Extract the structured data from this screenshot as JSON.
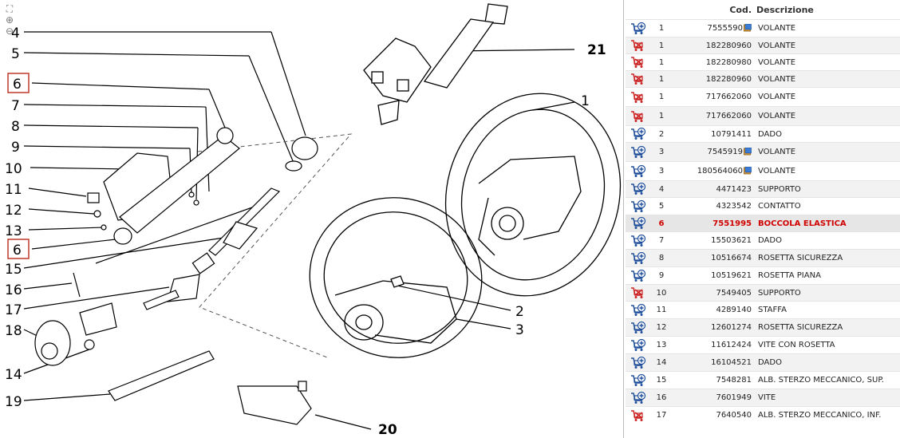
{
  "table": {
    "header_code": "Cod.",
    "header_desc": "Descrizione"
  },
  "rows": [
    {
      "icon": "add-cart",
      "qty": "1",
      "code": "7555590",
      "desc": "VOLANTE",
      "note": true
    },
    {
      "icon": "unavailable-cart",
      "qty": "1",
      "code": "182280960",
      "desc": "VOLANTE",
      "note": false
    },
    {
      "icon": "unavailable-cart",
      "qty": "1",
      "code": "182280980",
      "desc": "VOLANTE",
      "note": false
    },
    {
      "icon": "unavailable-cart",
      "qty": "1",
      "code": "182280960",
      "desc": "VOLANTE",
      "note": false
    },
    {
      "icon": "unavailable-cart",
      "qty": "1",
      "code": "717662060",
      "desc": "VOLANTE",
      "note": false
    },
    {
      "icon": "unavailable-cart",
      "qty": "1",
      "code": "717662060",
      "desc": "VOLANTE",
      "note": false
    },
    {
      "icon": "add-cart",
      "qty": "2",
      "code": "10791411",
      "desc": "DADO",
      "note": false
    },
    {
      "icon": "add-cart",
      "qty": "3",
      "code": "7545919",
      "desc": "VOLANTE",
      "note": true
    },
    {
      "icon": "add-cart",
      "qty": "3",
      "code": "180564060",
      "desc": "VOLANTE",
      "note": true
    },
    {
      "icon": "add-cart",
      "qty": "4",
      "code": "4471423",
      "desc": "SUPPORTO",
      "note": false
    },
    {
      "icon": "add-cart",
      "qty": "5",
      "code": "4323542",
      "desc": "CONTATTO",
      "note": false
    },
    {
      "icon": "add-cart",
      "qty": "6",
      "code": "7551995",
      "desc": "BOCCOLA ELASTICA",
      "note": false,
      "selected": true
    },
    {
      "icon": "add-cart",
      "qty": "7",
      "code": "15503621",
      "desc": "DADO",
      "note": false
    },
    {
      "icon": "add-cart",
      "qty": "8",
      "code": "10516674",
      "desc": "ROSETTA SICUREZZA",
      "note": false
    },
    {
      "icon": "add-cart",
      "qty": "9",
      "code": "10519621",
      "desc": "ROSETTA PIANA",
      "note": false
    },
    {
      "icon": "unavailable-cart",
      "qty": "10",
      "code": "7549405",
      "desc": "SUPPORTO",
      "note": false
    },
    {
      "icon": "add-cart",
      "qty": "11",
      "code": "4289140",
      "desc": "STAFFA",
      "note": false
    },
    {
      "icon": "add-cart",
      "qty": "12",
      "code": "12601274",
      "desc": "ROSETTA SICUREZZA",
      "note": false
    },
    {
      "icon": "add-cart",
      "qty": "13",
      "code": "11612424",
      "desc": "VITE CON ROSETTA",
      "note": false
    },
    {
      "icon": "add-cart",
      "qty": "14",
      "code": "16104521",
      "desc": "DADO",
      "note": false
    },
    {
      "icon": "add-cart",
      "qty": "15",
      "code": "7548281",
      "desc": "ALB. STERZO MECCANICO, SUP.",
      "note": false
    },
    {
      "icon": "add-cart",
      "qty": "16",
      "code": "7601949",
      "desc": "VITE",
      "note": false
    },
    {
      "icon": "unavailable-cart",
      "qty": "17",
      "code": "7640540",
      "desc": "ALB. STERZO MECCANICO, INF.",
      "note": false
    }
  ],
  "callouts": {
    "left": [
      "4",
      "5",
      "6",
      "7",
      "8",
      "9",
      "10",
      "11",
      "12",
      "13",
      "6",
      "15",
      "16",
      "17",
      "18",
      "14",
      "19"
    ],
    "right": [
      "21",
      "1",
      "2",
      "3",
      "20"
    ]
  },
  "colors": {
    "highlight": "#d00000",
    "cart_add": "#1f4e9a",
    "cart_unavailable": "#cc2222",
    "callout_box": "#c0392b"
  }
}
